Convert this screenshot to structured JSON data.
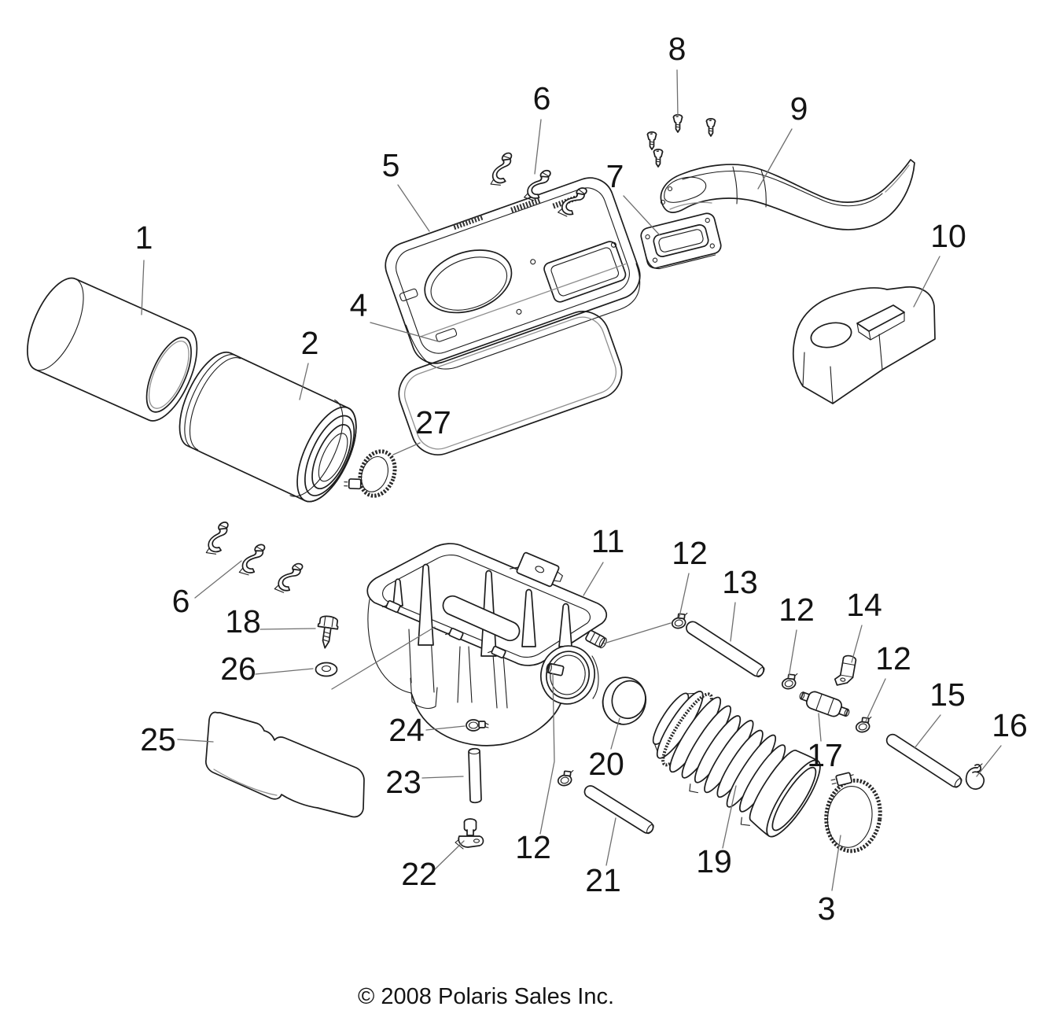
{
  "diagram": {
    "type": "exploded-parts-diagram",
    "footer": "© 2008 Polaris Sales Inc.",
    "ink_color": "#1d1d1d",
    "leader_color": "#6f6f6f",
    "background_color": "#ffffff",
    "callouts": [
      {
        "ref": "1"
      },
      {
        "ref": "2"
      },
      {
        "ref": "27"
      },
      {
        "ref": "4"
      },
      {
        "ref": "5"
      },
      {
        "ref": "6"
      },
      {
        "ref": "8"
      },
      {
        "ref": "9"
      },
      {
        "ref": "7"
      },
      {
        "ref": "10"
      },
      {
        "ref": "6"
      },
      {
        "ref": "18"
      },
      {
        "ref": "26"
      },
      {
        "ref": "11"
      },
      {
        "ref": "12"
      },
      {
        "ref": "13"
      },
      {
        "ref": "12"
      },
      {
        "ref": "14"
      },
      {
        "ref": "12"
      },
      {
        "ref": "15"
      },
      {
        "ref": "16"
      },
      {
        "ref": "17"
      },
      {
        "ref": "20"
      },
      {
        "ref": "24"
      },
      {
        "ref": "23"
      },
      {
        "ref": "25"
      },
      {
        "ref": "22"
      },
      {
        "ref": "12"
      },
      {
        "ref": "21"
      },
      {
        "ref": "19"
      },
      {
        "ref": "3"
      }
    ]
  }
}
